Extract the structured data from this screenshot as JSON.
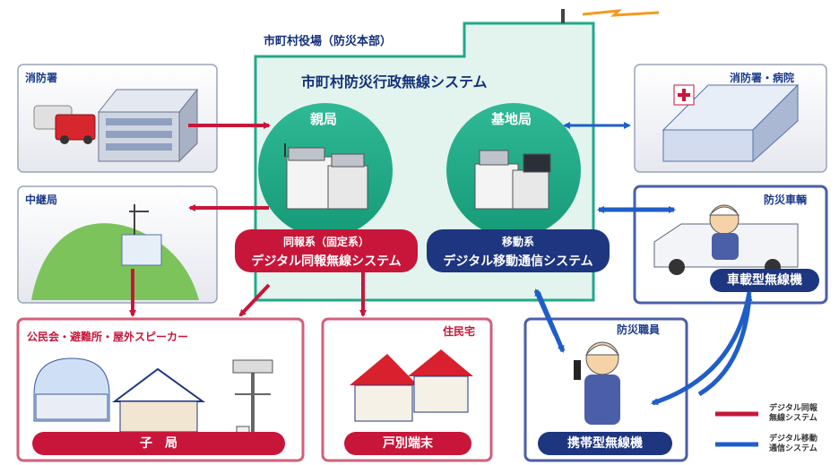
{
  "hq": {
    "label": "市町村役場（防災本部）",
    "system_title": "市町村防災行政無線システム",
    "parent_station": "親局",
    "base_station": "基地局"
  },
  "boxes": {
    "fire_station": "消防署",
    "relay_station": "中継局",
    "fire_hospital": "消防署・病院",
    "disaster_vehicle": "防災車輌",
    "public_hall": "公民会・避難所・屋外スピーカー",
    "residence": "住民宅",
    "disaster_staff": "防災職員"
  },
  "systems": {
    "broadcast_line1": "同報系（固定系）",
    "broadcast_line2": "デジタル同報無線システム",
    "mobile_line1": "移動系",
    "mobile_line2": "デジタル移動通信システム"
  },
  "devices": {
    "child_station": "子　局",
    "household_terminal": "戸別端末",
    "vehicle_radio": "車載型無線機",
    "handheld_radio": "携帯型無線機"
  },
  "legend": {
    "broadcast_line1": "デジタル同報",
    "broadcast_line2": "無線システム",
    "mobile_line1": "デジタル移動",
    "mobile_line2": "通信システム"
  },
  "colors": {
    "red": "#c8163a",
    "blue": "#1e5ec8",
    "navy": "#1e3580",
    "teal": "#22a889",
    "hq_fill": "#e3f4ee",
    "box_border": "#9aa3b8",
    "pink_border": "#d2607a"
  }
}
